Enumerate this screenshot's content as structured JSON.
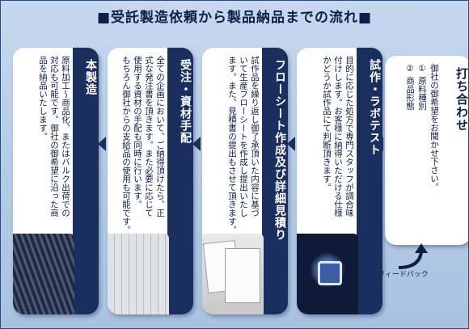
{
  "title": "■受託製造依頼から製品納品までの流れ■",
  "steps": [
    {
      "heading": "打ち合わせ",
      "lines": [
        "御社の御希望をお聞かせ下さい。",
        "① 原料種別",
        "② 商品形態"
      ]
    },
    {
      "heading": "試作・ラボテスト",
      "lines": [
        "目的に応じた処方で専門スタッフが調合味",
        "付けします。お客様に納得いただける仕様",
        "かどうか試作品にて判断頂きます。"
      ]
    },
    {
      "heading": "フローシート作成及び詳細見積り",
      "lines": [
        "試作品を繰り返し御了承頂いた内容に基づ",
        "いて生産フローシートを作成し提出いたし",
        "ます。また、見積書の提出もさせて頂きます。"
      ]
    },
    {
      "heading": "受注・資材手配",
      "lines": [
        "全ての企画において、ご納得頂けたら、正",
        "式な発注書を頂きます。また必要に応じて",
        "使用する資材の手配も同時に行います。",
        "もちろん御社からの支給品の使用も可能です。"
      ]
    },
    {
      "heading": "本製造",
      "lines": [
        "原料加工～商品化、またはバルク出荷での",
        "対応も可能です。御社の御希望に沿った商",
        "品を納品いたします。"
      ]
    }
  ],
  "feedback_label": "フィードバック",
  "icons": {
    "arrow": "arrow-left-icon",
    "feedback": "curved-arrow-up-icon"
  },
  "colors": {
    "header_bg": "#1a2f5e",
    "background": "#b4cbe6"
  }
}
